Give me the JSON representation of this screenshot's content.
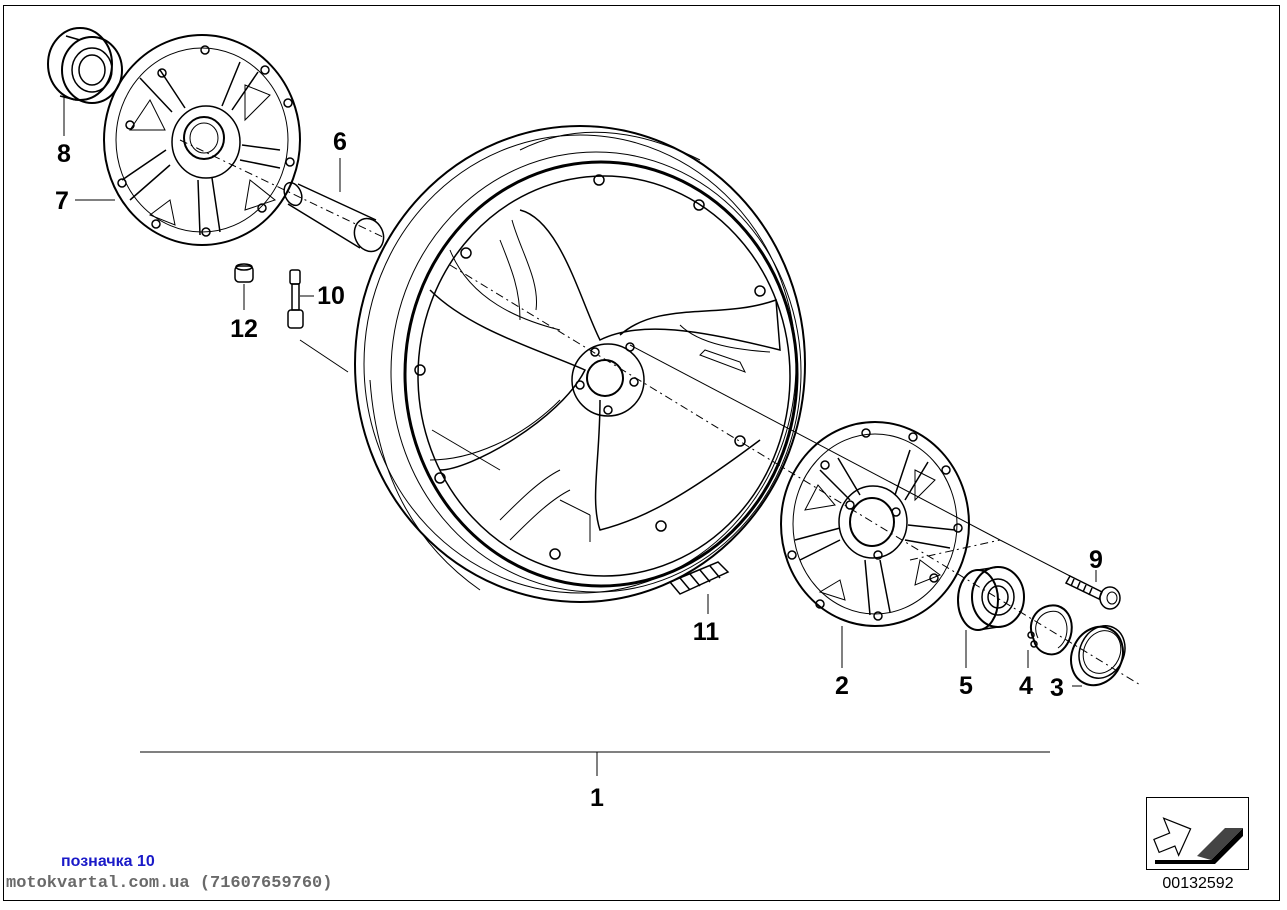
{
  "diagram": {
    "callouts": [
      "1",
      "2",
      "3",
      "4",
      "5",
      "6",
      "7",
      "8",
      "9",
      "10",
      "11",
      "12"
    ],
    "diagram_id": "00132592",
    "caption": "позначка 10",
    "source": "motokvartal.com.ua (71607659760)"
  },
  "nav": {
    "icon": "arrow-icon"
  }
}
